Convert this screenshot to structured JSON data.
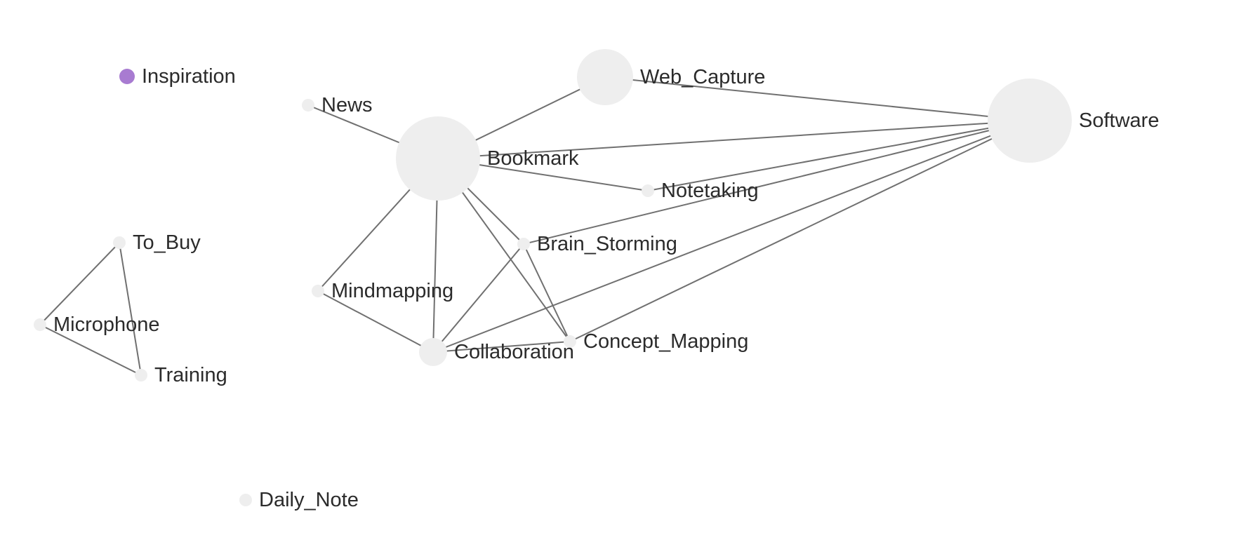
{
  "graph": {
    "node_color": "#eeeeee",
    "active_node_color": "#a87bd1",
    "edge_color": "#707070",
    "label_color": "#2b2b2b",
    "nodes": [
      {
        "id": "inspiration",
        "label": "Inspiration",
        "active": true
      },
      {
        "id": "news",
        "label": "News"
      },
      {
        "id": "web_capture",
        "label": "Web_Capture"
      },
      {
        "id": "software",
        "label": "Software"
      },
      {
        "id": "bookmark",
        "label": "Bookmark"
      },
      {
        "id": "notetaking",
        "label": "Notetaking"
      },
      {
        "id": "to_buy",
        "label": "To_Buy"
      },
      {
        "id": "brain_storming",
        "label": "Brain_Storming"
      },
      {
        "id": "mindmapping",
        "label": "Mindmapping"
      },
      {
        "id": "microphone",
        "label": "Microphone"
      },
      {
        "id": "concept_mapping",
        "label": "Concept_Mapping"
      },
      {
        "id": "collaboration",
        "label": "Collaboration"
      },
      {
        "id": "training",
        "label": "Training"
      },
      {
        "id": "daily_note",
        "label": "Daily_Note"
      }
    ],
    "edges": [
      [
        "news",
        "bookmark"
      ],
      [
        "bookmark",
        "web_capture"
      ],
      [
        "web_capture",
        "software"
      ],
      [
        "bookmark",
        "software"
      ],
      [
        "bookmark",
        "notetaking"
      ],
      [
        "bookmark",
        "mindmapping"
      ],
      [
        "bookmark",
        "collaboration"
      ],
      [
        "bookmark",
        "brain_storming"
      ],
      [
        "bookmark",
        "concept_mapping"
      ],
      [
        "notetaking",
        "software"
      ],
      [
        "brain_storming",
        "software"
      ],
      [
        "collaboration",
        "software"
      ],
      [
        "concept_mapping",
        "software"
      ],
      [
        "brain_storming",
        "collaboration"
      ],
      [
        "brain_storming",
        "concept_mapping"
      ],
      [
        "mindmapping",
        "collaboration"
      ],
      [
        "collaboration",
        "concept_mapping"
      ],
      [
        "to_buy",
        "microphone"
      ],
      [
        "to_buy",
        "training"
      ],
      [
        "microphone",
        "training"
      ]
    ]
  }
}
